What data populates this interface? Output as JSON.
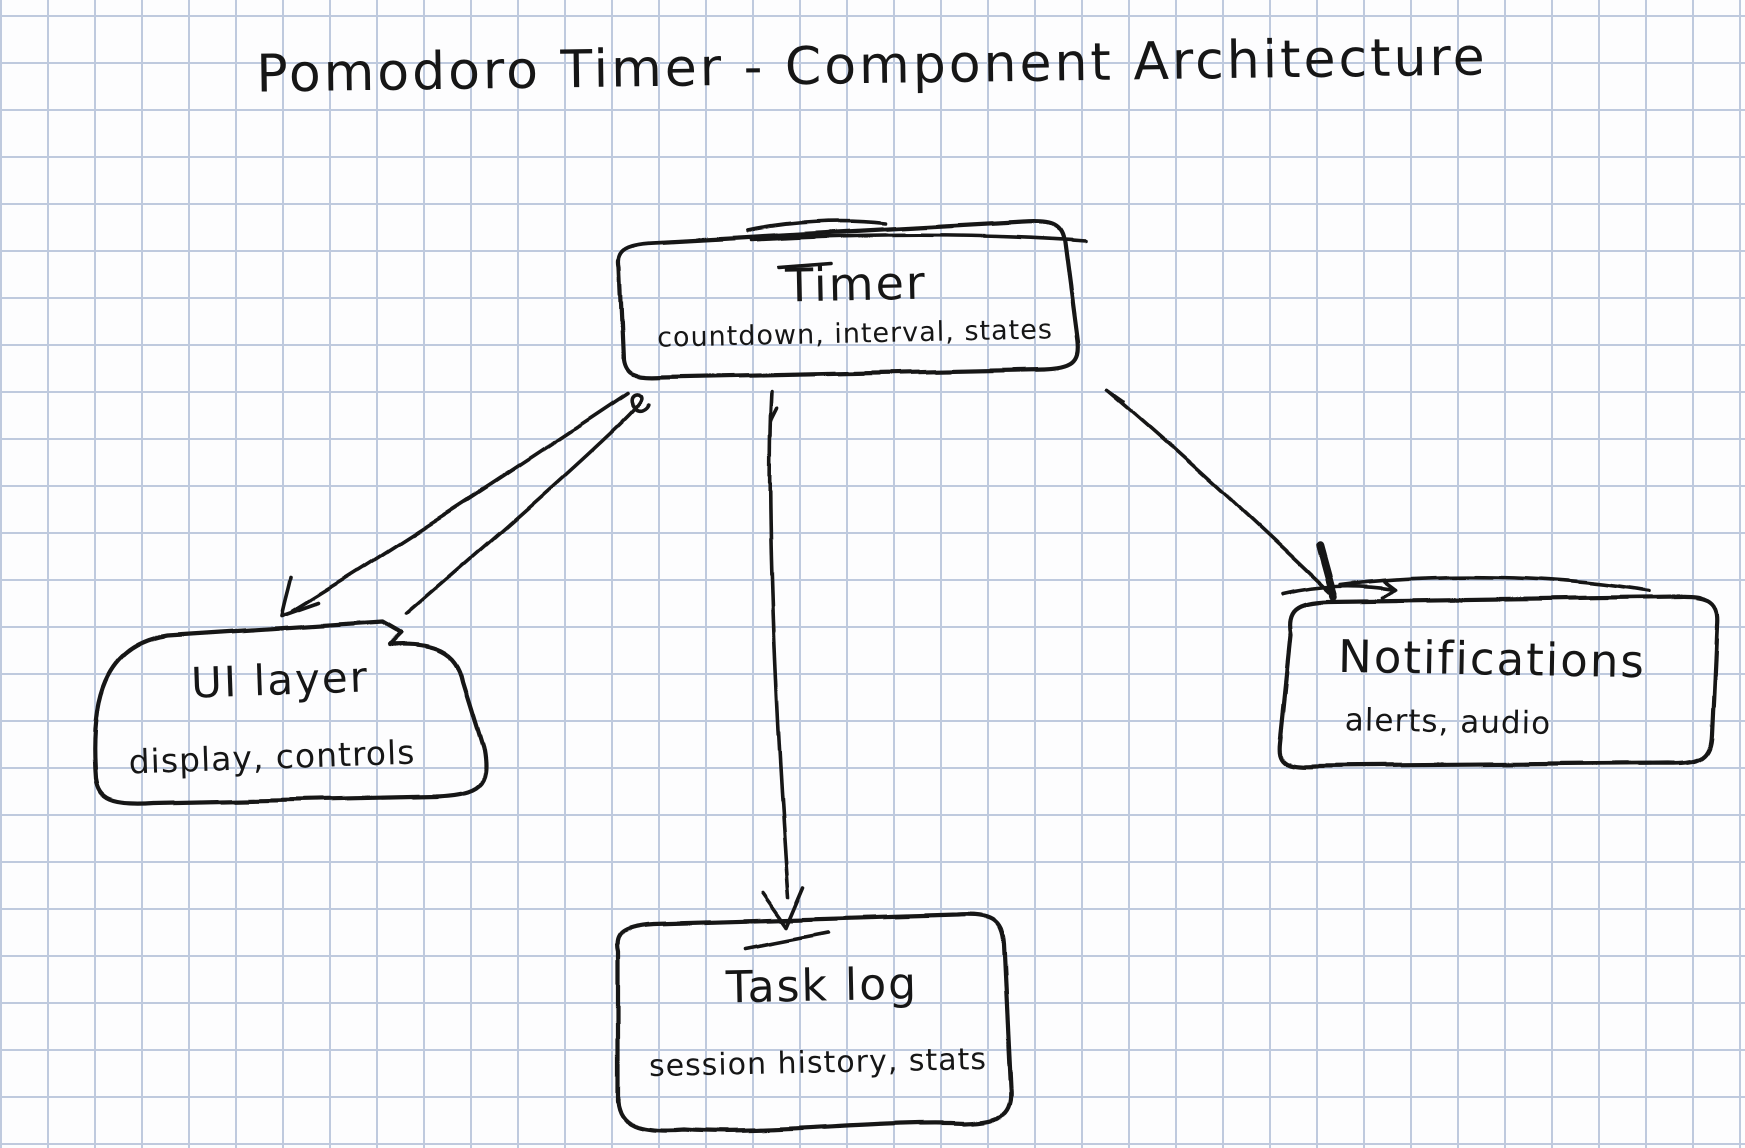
{
  "title": {
    "text": "Pomodoro Timer - Component Architecture"
  },
  "diagram": {
    "type": "hand-drawn component architecture sketch on grid paper",
    "nodes": [
      {
        "id": "timer",
        "label": "Timer",
        "sublabel": "countdown, interval, states"
      },
      {
        "id": "ui-layer",
        "label": "UI layer",
        "sublabel": "display, controls"
      },
      {
        "id": "notifications",
        "label": "Notifications",
        "sublabel": "alerts, audio"
      },
      {
        "id": "task-log",
        "label": "Task log",
        "sublabel": "session history, stats"
      }
    ],
    "edges": [
      {
        "from": "Timer",
        "to": "UI layer",
        "style": "bidirectional"
      },
      {
        "from": "Timer",
        "to": "Task log",
        "style": "one-way"
      },
      {
        "from": "Timer",
        "to": "Notifications",
        "style": "one-way"
      }
    ],
    "colors": {
      "ink": "#161616",
      "grid_line": "#bfcade",
      "paper": "#fdfdfe"
    }
  }
}
